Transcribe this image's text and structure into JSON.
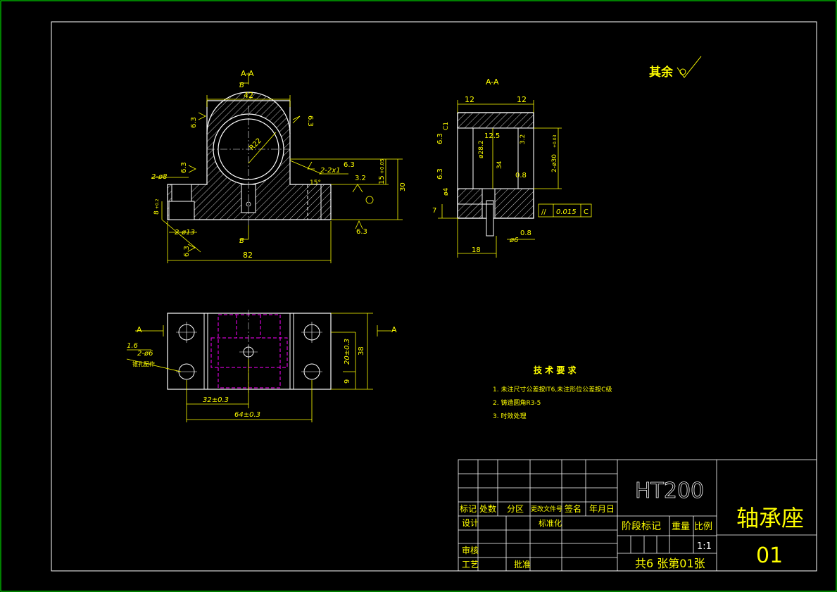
{
  "colors": {
    "background": "#000000",
    "geometry": "#ffffff",
    "dimension": "#ffff00",
    "hidden": "#ff00ff",
    "border": "#00ff00"
  },
  "views": {
    "section_label": "A-A",
    "section_label_right": "A-A",
    "section_b_top": "B",
    "section_b_bottom": "B",
    "section_a_left": "A",
    "section_a_right": "A"
  },
  "dims_front": {
    "width_top": "42",
    "width_base": "82",
    "height_total": "30",
    "height_low": "15",
    "tol_low": "+0.05",
    "radius": "R22",
    "hole_small": "2-ø8",
    "hole_cbore": "2-ø13",
    "cbore_depth": "8",
    "cbore_tol": "+0.2",
    "chamfer_note": "2-2x1",
    "angle": "15°",
    "rough_63": "6.3",
    "rough_32": "3.2",
    "rough_16": "1.6",
    "rough_08": "0.8"
  },
  "dims_side": {
    "left": "12",
    "right": "12",
    "chamfer": "C1",
    "rough_125": "12.5",
    "d1": "ø28.2",
    "h34": "34",
    "d_bore": "2-ø30",
    "d_tol": "+0.03",
    "d_small": "ø4",
    "seven": "7",
    "eighteen": "18",
    "phi6": "ø6",
    "tolerance_frame": [
      "//",
      "0.015",
      "C"
    ]
  },
  "dims_top": {
    "holes": "2-ø6",
    "holes_note": "锥孔配作",
    "d32": "32±0.3",
    "d64": "64±0.3",
    "d20": "20±0.3",
    "d9": "9",
    "d38": "38"
  },
  "roughness_note": "其余",
  "tech": {
    "title": "技 术 要 求",
    "items": [
      "1. 未注尺寸公差按IT6,未注形位公差按C级",
      "2. 铸造圆角R3-5",
      "3. 时效处理"
    ]
  },
  "title_block": {
    "material": "HT200",
    "part_name": "轴承座",
    "drawing_no": "01",
    "row_header": [
      "标记",
      "处数",
      "分区",
      "更改文件号",
      "签名",
      "年月日"
    ],
    "design": "设计",
    "standard": "标准化",
    "review": "审核",
    "process": "工艺",
    "approve": "批准",
    "stage": "阶段标记",
    "weight": "重量",
    "ratio_label": "比例",
    "scale": "1:1",
    "sheets": "共6 张第01张"
  }
}
